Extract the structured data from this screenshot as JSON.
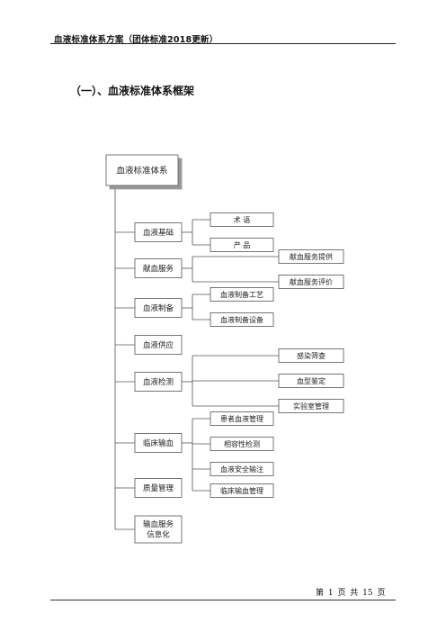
{
  "header": {
    "title": "血液标准体系方案（团体标准2018更新）"
  },
  "section": {
    "title": "（一）、血液标准体系框架"
  },
  "diagram": {
    "root": "血液标准体系",
    "categories": [
      {
        "label": "血液基础",
        "children": [
          "术  语",
          "产  品"
        ]
      },
      {
        "label": "献血服务",
        "children": [
          "献血服务提供",
          "献血服务评价"
        ]
      },
      {
        "label": "血液制备",
        "children": [
          "血液制备工艺",
          "血液制备设备"
        ]
      },
      {
        "label": "血液供应",
        "children": []
      },
      {
        "label": "血液检测",
        "children": [
          "感染筛查",
          "血型鉴定",
          "实验室管理"
        ]
      },
      {
        "label": "临床输血",
        "children": [
          "患者血液管理",
          "相容性检测",
          "血液安全输注",
          "临床输血管理"
        ]
      },
      {
        "label": "质量管理",
        "children": []
      },
      {
        "label": "输血服务信息化",
        "children": []
      }
    ]
  },
  "footer": {
    "page_label": "第 1 页 共 15 页"
  }
}
